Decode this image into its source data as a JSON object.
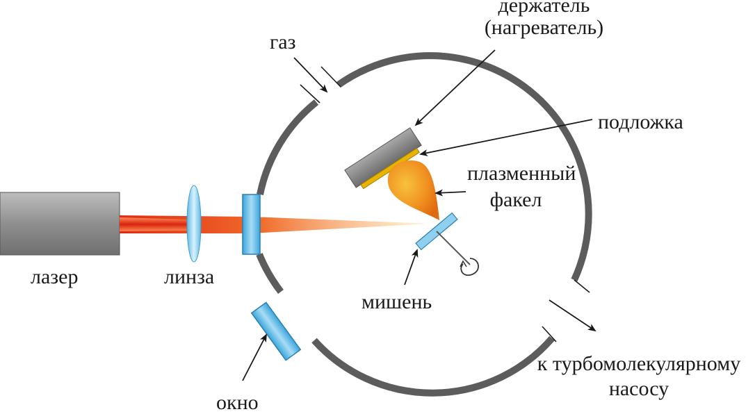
{
  "labels": {
    "holder_line1": "держатель",
    "holder_line2": "(нагреватель)",
    "gas": "газ",
    "substrate": "подложка",
    "plume_line1": "плазменный",
    "plume_line2": "факел",
    "laser": "лазер",
    "lens": "линза",
    "target": "мишень",
    "window": "окно",
    "pump_line1": "к турбомолекулярному",
    "pump_line2": "насосу"
  },
  "colors": {
    "chamber_wall": "#5c5c5c",
    "laser_body": "#8a8a8a",
    "beam": "#e8321a",
    "lens": "#8fd3f0",
    "window_glass": "#5bb8e6",
    "holder": "#8c8c8c",
    "substrate": "#e8b400",
    "plume": "#f39a1e",
    "target": "#7ec6ec"
  }
}
